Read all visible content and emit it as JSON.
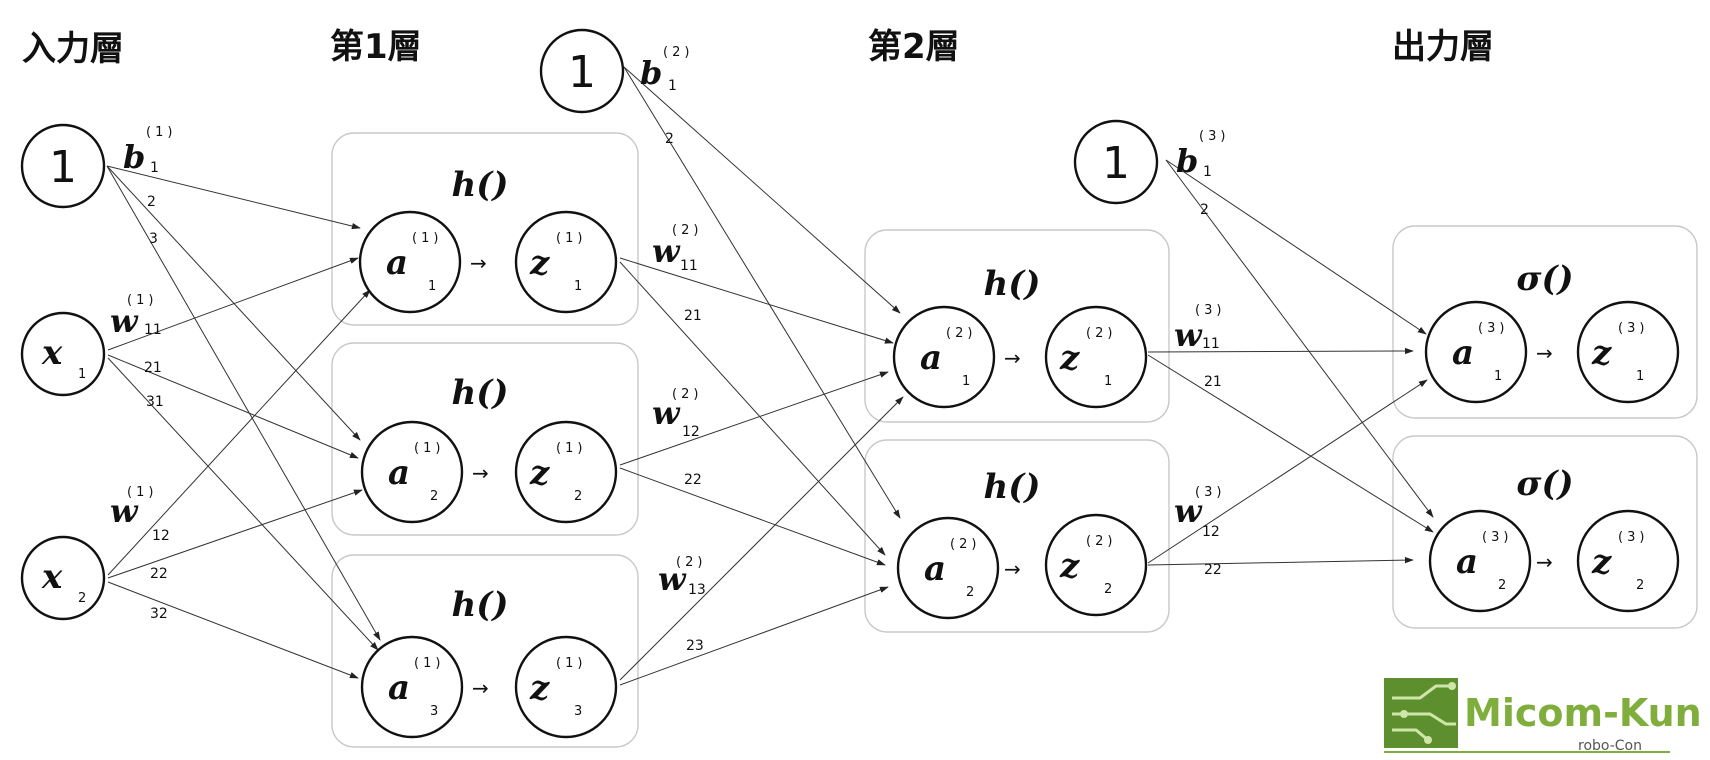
{
  "layers": {
    "input": "入力層",
    "hidden1": "第1層",
    "hidden2": "第2層",
    "output": "出力層"
  },
  "bias_node_label": "1",
  "activation": {
    "hidden": "h()",
    "output": "σ()"
  },
  "arrow_glyph": "→",
  "inputs": [
    {
      "main": "x",
      "sub": "1"
    },
    {
      "main": "x",
      "sub": "2"
    }
  ],
  "hidden1": [
    {
      "a": "a",
      "z": "z",
      "sup": "(1)",
      "sub": "1"
    },
    {
      "a": "a",
      "z": "z",
      "sup": "(1)",
      "sub": "2"
    },
    {
      "a": "a",
      "z": "z",
      "sup": "(1)",
      "sub": "3"
    }
  ],
  "hidden2": [
    {
      "a": "a",
      "z": "z",
      "sup": "(2)",
      "sub": "1"
    },
    {
      "a": "a",
      "z": "z",
      "sup": "(2)",
      "sub": "2"
    }
  ],
  "outputs": [
    {
      "a": "a",
      "z": "z",
      "sup": "(3)",
      "sub": "1"
    },
    {
      "a": "a",
      "z": "z",
      "sup": "(3)",
      "sub": "2"
    }
  ],
  "biases": [
    {
      "main": "b",
      "sup": "(1)",
      "sub": "1"
    },
    {
      "main": "b",
      "sup": "(2)",
      "sub": "1"
    },
    {
      "main": "b",
      "sup": "(3)",
      "sub": "1"
    }
  ],
  "bias_edge_labels": {
    "layer1": [
      "2",
      "3"
    ],
    "layer2": [
      "2"
    ],
    "layer3": [
      "2"
    ]
  },
  "weights": {
    "layer1_main": [
      {
        "main": "w",
        "sup": "(1)",
        "sub": "11"
      },
      {
        "main": "w",
        "sup": "(1)",
        "sub": "12"
      }
    ],
    "layer1_small": [
      "21",
      "31",
      "22",
      "32"
    ],
    "layer2_main": [
      {
        "main": "w",
        "sup": "(2)",
        "sub": "11"
      },
      {
        "main": "w",
        "sup": "(2)",
        "sub": "12"
      },
      {
        "main": "w",
        "sup": "(2)",
        "sub": "13"
      }
    ],
    "layer2_small": [
      "21",
      "22",
      "23"
    ],
    "layer3_main": [
      {
        "main": "w",
        "sup": "(3)",
        "sub": "11"
      },
      {
        "main": "w",
        "sup": "(3)",
        "sub": "12"
      }
    ],
    "layer3_small": [
      "21",
      "22"
    ]
  },
  "logo": {
    "name": "Micom-Kun",
    "tagline": "robo-Con",
    "color": "#7fae3c",
    "icon": "circuit-board-icon"
  }
}
